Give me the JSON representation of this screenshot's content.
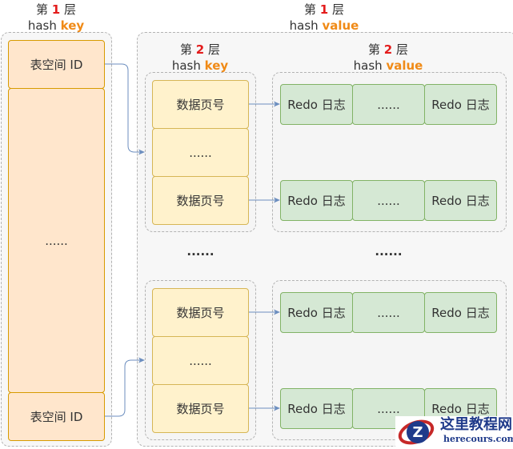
{
  "layer1": {
    "key_title": {
      "prefix": "第",
      "num": "1",
      "suffix": "层",
      "hash": "hash",
      "word": "key"
    },
    "value_title": {
      "prefix": "第",
      "num": "1",
      "suffix": "层",
      "hash": "hash",
      "word": "value"
    },
    "key_cells": [
      "表空间 ID",
      "......",
      "表空间 ID"
    ]
  },
  "layer2": {
    "key_title": {
      "prefix": "第",
      "num": "2",
      "suffix": "层",
      "hash": "hash",
      "word": "key"
    },
    "value_title": {
      "prefix": "第",
      "num": "2",
      "suffix": "层",
      "hash": "hash",
      "word": "value"
    },
    "groups": [
      {
        "key_cells": [
          "数据页号",
          "......",
          "数据页号"
        ],
        "value_rows": [
          [
            "Redo 日志",
            "......",
            "Redo 日志"
          ],
          [
            "Redo 日志",
            "......",
            "Redo 日志"
          ]
        ]
      },
      {
        "key_cells": [
          "数据页号",
          "......",
          "数据页号"
        ],
        "value_rows": [
          [
            "Redo 日志",
            "......",
            "Redo 日志"
          ],
          [
            "Redo 日志",
            "......",
            "Redo 日志"
          ]
        ]
      }
    ],
    "key_ellipsis": "......",
    "value_ellipsis": "......"
  },
  "watermark": {
    "name": "这里教程网",
    "domain": "herecours.com",
    "logo_letter": "Z"
  },
  "colors": {
    "layer_num": "#e31c1c",
    "highlight": "#f08a16",
    "arrow": "#6c8ebf",
    "k1_fill": "#ffe6cc",
    "k2_fill": "#fff2cc",
    "v2_fill": "#d5e8d4"
  }
}
